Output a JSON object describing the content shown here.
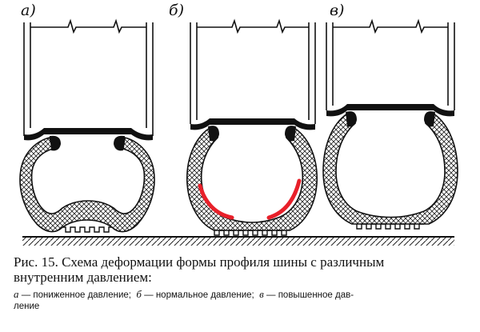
{
  "figure": {
    "panels": [
      {
        "label": "а)",
        "pressure": "пониженное давление"
      },
      {
        "label": "б)",
        "pressure": "нормальное давление"
      },
      {
        "label": "в)",
        "pressure": "повышенное давление"
      }
    ],
    "highlight_color": "#e8202a"
  },
  "caption": {
    "title_line1": "Рис. 15. Схема деформации  формы профиля  шины  с различным",
    "title_line2": "внутренним давлением:",
    "legend": [
      {
        "key": "а",
        "text": "— пониженное давление;"
      },
      {
        "key": "б",
        "text": "— нормальное давление;"
      },
      {
        "key": "в",
        "text": "— повышенное дав-"
      }
    ],
    "legend_tail": "ление"
  }
}
